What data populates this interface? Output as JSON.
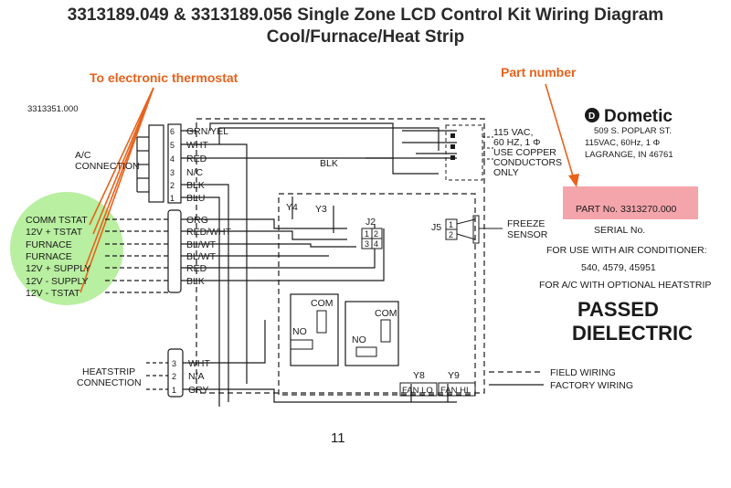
{
  "title_line1": "3313189.049 & 3313189.056 Single Zone LCD Control Kit Wiring Diagram",
  "title_line2": "Cool/Furnace/Heat Strip",
  "annotations": {
    "thermostat": "To electronic thermostat",
    "part_number": "Part number"
  },
  "board_part": "3313351.000",
  "connections": {
    "ac": [
      "A/C",
      "CONNECTION"
    ],
    "heatstrip": [
      "HEATSTRIP",
      "CONNECTION"
    ]
  },
  "ac_pins": [
    "6",
    "5",
    "4",
    "3",
    "2",
    "1"
  ],
  "ac_wires": [
    "GRN/YEL",
    "WHT",
    "RED",
    "N/C",
    "BLK",
    "BLU"
  ],
  "tstat_labels": [
    "COMM TSTAT",
    "12V + TSTAT",
    "FURNACE",
    "FURNACE",
    "12V + SUPPLY",
    "12V - SUPPLY",
    "12V - TSTAT"
  ],
  "tstat_wires": [
    "ORG",
    "RED/WHT",
    "BL/WT",
    "BL/WT",
    "RED",
    "BLK"
  ],
  "heat_pins": [
    "3",
    "2",
    "1"
  ],
  "heat_wires": [
    "WHT",
    "N/A",
    "GRY"
  ],
  "power_labels": [
    "115 VAC,",
    "60 HZ, 1 Φ",
    "USE COPPER",
    "CONDUCTORS",
    "ONLY"
  ],
  "blk_label": "BLK",
  "board": {
    "y4": "Y4",
    "y3": "Y3",
    "j2": "J2",
    "j2_pins": [
      "1",
      "2",
      "3",
      "4"
    ],
    "j5": "J5",
    "j5_pins": [
      "1",
      "2"
    ],
    "com": "COM",
    "no": "NO",
    "y8": "Y8",
    "y9": "Y9",
    "fan_lo": "FAN LO",
    "fan_hi": "FAN HI"
  },
  "freeze_sensor": [
    "FREEZE",
    "SENSOR"
  ],
  "dometic": {
    "logo_mark": "D",
    "brand": "Dometic",
    "address": [
      "509 S. POPLAR ST.",
      "115VAC, 60Hz, 1 Φ",
      "LAGRANGE, IN 46761"
    ]
  },
  "part_no": "PART No. 3313270.000",
  "serial": "SERIAL No.",
  "info": [
    "FOR USE WITH AIR CONDITIONER:",
    "540, 4579, 45951",
    "FOR A/C WITH OPTIONAL HEATSTRIP"
  ],
  "passed": [
    "PASSED",
    "DIELECTRIC"
  ],
  "legend": [
    "FIELD WIRING",
    "FACTORY WIRING"
  ],
  "page_number": "11",
  "colors": {
    "annotation": "#e8621c",
    "highlight_green": "#b8efa0",
    "highlight_pink": "#f4a5ab"
  }
}
